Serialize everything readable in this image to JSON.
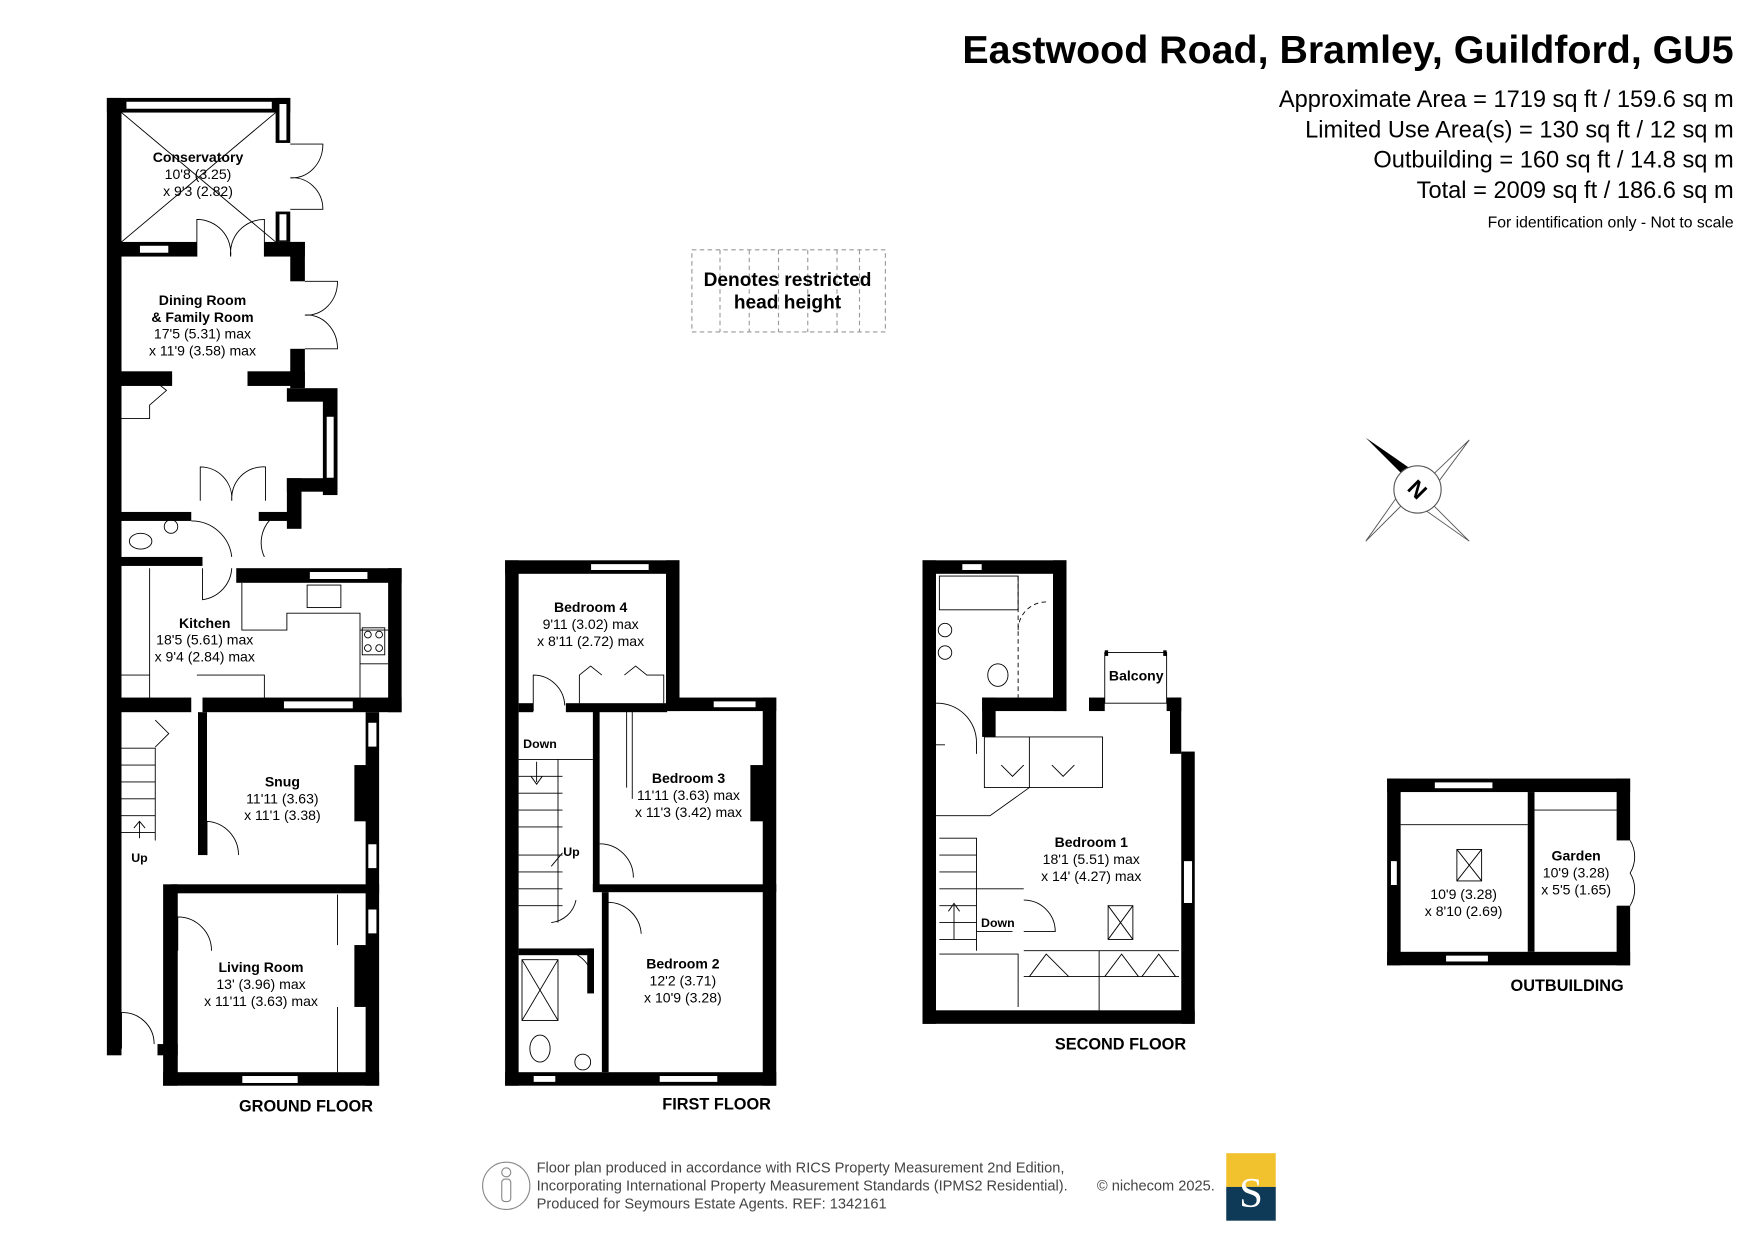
{
  "header": {
    "title": "Eastwood Road, Bramley, Guildford, GU5",
    "approx_area": "Approximate Area = 1719 sq ft / 159.6 sq m",
    "limited_use": "Limited Use Area(s) = 130 sq ft / 12 sq m",
    "outbuilding": "Outbuilding = 160 sq ft / 14.8 sq m",
    "total": "Total = 2009 sq ft / 186.6 sq m",
    "note": "For identification only - Not to scale"
  },
  "legend": {
    "line1": "Denotes restricted",
    "line2": "head height"
  },
  "compass": {
    "label": "N"
  },
  "ground_floor": {
    "label": "GROUND FLOOR",
    "conservatory": {
      "name": "Conservatory",
      "d1": "10'8 (3.25)",
      "d2": "x 9'3 (2.82)"
    },
    "dining": {
      "name1": "Dining Room",
      "name2": "& Family Room",
      "d1": "17'5 (5.31) max",
      "d2": "x 11'9 (3.58) max"
    },
    "kitchen": {
      "name": "Kitchen",
      "d1": "18'5 (5.61) max",
      "d2": "x 9'4 (2.84) max"
    },
    "snug": {
      "name": "Snug",
      "d1": "11'11 (3.63)",
      "d2": "x 11'1 (3.38)"
    },
    "living": {
      "name": "Living Room",
      "d1": "13' (3.96) max",
      "d2": "x 11'11 (3.63) max"
    },
    "up": "Up"
  },
  "first_floor": {
    "label": "FIRST FLOOR",
    "bedroom4": {
      "name": "Bedroom 4",
      "d1": "9'11 (3.02) max",
      "d2": "x 8'11 (2.72) max"
    },
    "bedroom3": {
      "name": "Bedroom 3",
      "d1": "11'11 (3.63) max",
      "d2": "x 11'3 (3.42) max"
    },
    "bedroom2": {
      "name": "Bedroom 2",
      "d1": "12'2 (3.71)",
      "d2": "x 10'9 (3.28)"
    },
    "down": "Down",
    "up": "Up"
  },
  "second_floor": {
    "label": "SECOND FLOOR",
    "balcony": "Balcony",
    "bedroom1": {
      "name": "Bedroom 1",
      "d1": "18'1 (5.51) max",
      "d2": "x 14' (4.27) max"
    },
    "down": "Down"
  },
  "outbuilding": {
    "label": "OUTBUILDING",
    "room": {
      "d1": "10'9 (3.28)",
      "d2": "x 8'10 (2.69)"
    },
    "garden": {
      "name": "Garden",
      "d1": "10'9 (3.28)",
      "d2": "x 5'5 (1.65)"
    }
  },
  "footer": {
    "line1": "Floor plan produced in accordance with RICS Property Measurement 2nd Edition,",
    "line2": "Incorporating International Property Measurement Standards (IPMS2 Residential).",
    "line3": "Produced for Seymours Estate Agents.   REF: 1342161",
    "copyright": "© nichecom 2025.",
    "logo_letter": "S",
    "logo_colors": {
      "top": "#f2c12e",
      "bottom": "#0e3a57"
    }
  }
}
